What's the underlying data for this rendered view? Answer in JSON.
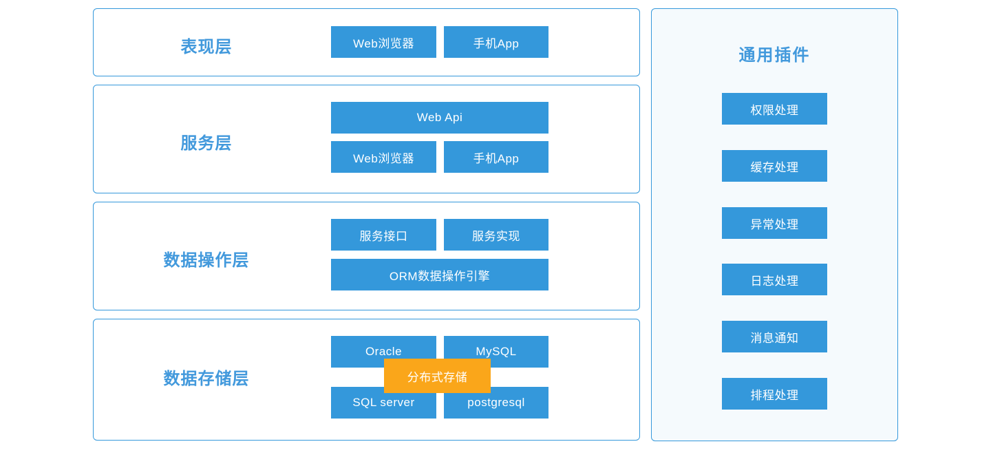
{
  "colors": {
    "button_blue": "#3498db",
    "border_blue": "#3498db",
    "label_blue": "#4299dc",
    "overlay_orange": "#faa61a",
    "panel_background": "#f5fafd",
    "page_background": "#ffffff",
    "button_text": "#ffffff"
  },
  "layers": [
    {
      "label": "表现层",
      "buttons": [
        {
          "label": "Web浏览器"
        },
        {
          "label": "手机App"
        }
      ]
    },
    {
      "label": "服务层",
      "buttons": [
        {
          "label": "Web Api"
        },
        {
          "label": "Web浏览器"
        },
        {
          "label": "手机App"
        }
      ]
    },
    {
      "label": "数据操作层",
      "buttons": [
        {
          "label": "服务接口"
        },
        {
          "label": "服务实现"
        },
        {
          "label": "ORM数据操作引擎"
        }
      ]
    },
    {
      "label": "数据存储层",
      "buttons": [
        {
          "label": "Oracle"
        },
        {
          "label": "MySQL"
        },
        {
          "label": "SQL server"
        },
        {
          "label": "postgresql"
        }
      ],
      "overlay": {
        "label": "分布式存储"
      }
    }
  ],
  "plugins": {
    "title": "通用插件",
    "items": [
      {
        "label": "权限处理"
      },
      {
        "label": "缓存处理"
      },
      {
        "label": "异常处理"
      },
      {
        "label": "日志处理"
      },
      {
        "label": "消息通知"
      },
      {
        "label": "排程处理"
      }
    ]
  }
}
